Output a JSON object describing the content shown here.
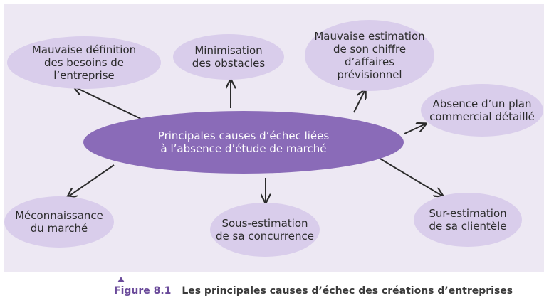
{
  "colors": {
    "background": "#ede8f3",
    "center_fill": "#8a6bb8",
    "node_fill": "#d9cdeb",
    "arrow": "#2b2b2b",
    "figure_label": "#6a4a9a"
  },
  "center": {
    "label": "Principales causes d’échec liées\nà l’absence d’étude de marché"
  },
  "nodes": [
    {
      "label": "Mauvaise définition\ndes besoins de l’entreprise"
    },
    {
      "label": "Minimisation\ndes obstacles"
    },
    {
      "label": "Mauvaise estimation\nde son chiffre d’affaires\nprévisionnel"
    },
    {
      "label": "Absence d’un plan\ncommercial détaillé"
    },
    {
      "label": "Méconnaissance\ndu marché"
    },
    {
      "label": "Sous-estimation\nde sa concurrence"
    },
    {
      "label": "Sur-estimation\nde sa clientèle"
    }
  ],
  "caption": {
    "figure_label": "Figure 8.1",
    "text": "Les principales causes d’échec des créations d’entreprises"
  }
}
